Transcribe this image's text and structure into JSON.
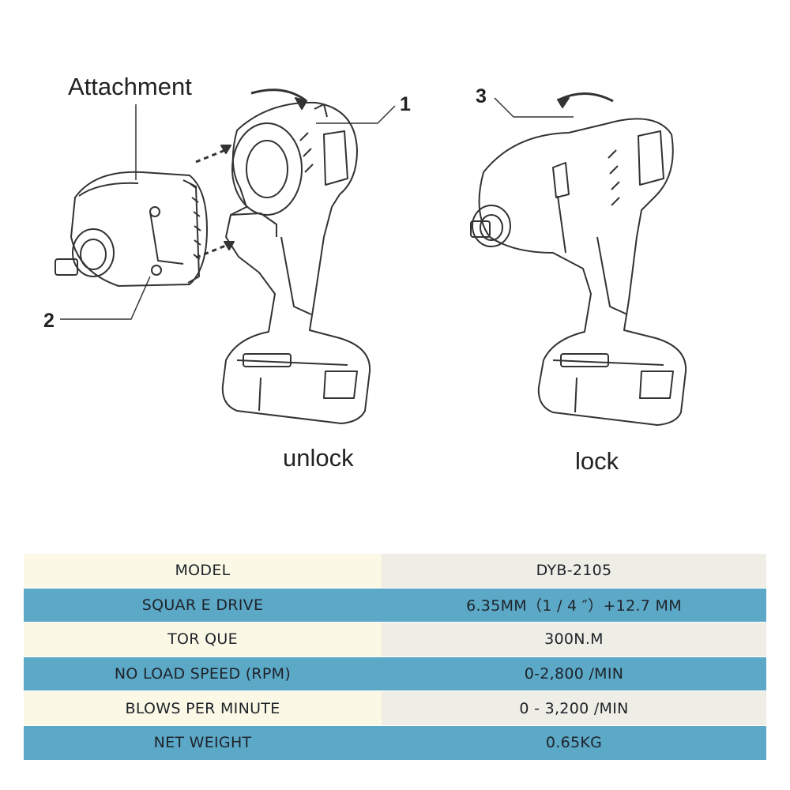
{
  "illustration": {
    "attachment_label": "Attachment",
    "callout_1": "1",
    "callout_2": "2",
    "callout_3": "3",
    "unlock_label": "unlock",
    "lock_label": "lock"
  },
  "specs": {
    "rows": [
      {
        "key": "MODEL",
        "value": "DYB-2105"
      },
      {
        "key": "SQUAR E DRIVE",
        "value": "6.35MM（1 / 4 ″）+12.7 MM"
      },
      {
        "key": "TOR QUE",
        "value": "300N.M"
      },
      {
        "key": "NO LOAD SPEED (RPM)",
        "value": "0-2,800 /MIN"
      },
      {
        "key": "BLOWS PER MINUTE",
        "value": "0 - 3,200 /MIN"
      },
      {
        "key": "NET WEIGHT",
        "value": "0.65KG"
      }
    ]
  },
  "colors": {
    "blue_row": "#5ca8c7",
    "light_row_left": "#fbf9e5",
    "light_row_right": "#eeede6"
  }
}
